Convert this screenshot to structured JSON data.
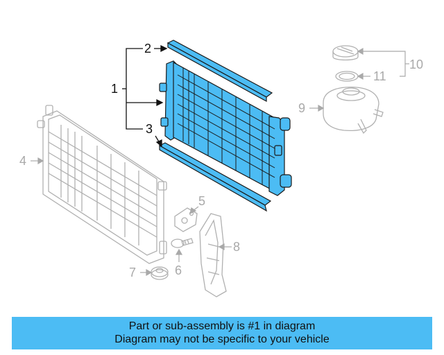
{
  "diagram": {
    "callouts": [
      "1",
      "2",
      "3",
      "4",
      "5",
      "6",
      "7",
      "8",
      "9",
      "10",
      "11"
    ],
    "highlight_color": "#4cbcf4",
    "ghost_color": "#a9a9a9",
    "line_color": "#111111"
  },
  "banner": {
    "line1": "Part or sub-assembly is #1 in diagram",
    "line2": "Diagram may not be specific to your vehicle",
    "background": "#4cbcf4"
  }
}
